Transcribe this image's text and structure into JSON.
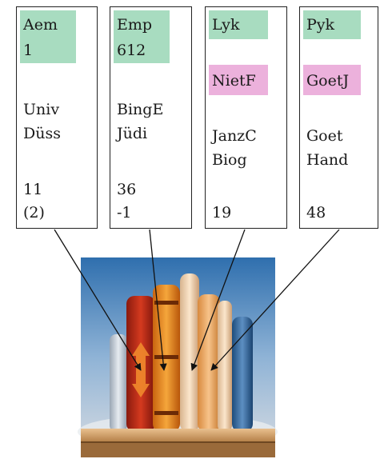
{
  "cards": [
    {
      "code": "Aem",
      "number": "1",
      "line1": "Univ",
      "line2": "Düss",
      "count": "11",
      "extra": "(2)"
    },
    {
      "code": "Emp",
      "number": "612",
      "line1": "BingE",
      "line2": "Jüdi",
      "count": "36",
      "extra": "-1"
    },
    {
      "code": "Lyk",
      "tag": "NietF",
      "line1": "JanzC",
      "line2": "Biog",
      "count": "19"
    },
    {
      "code": "Pyk",
      "tag": "GoetJ",
      "line1": "Goet",
      "line2": "Hand",
      "count": "48"
    }
  ],
  "colors": {
    "green_highlight": "#a8dcc0",
    "pink_highlight": "#ecb1dc",
    "border": "#222222",
    "arrow": "#111111"
  },
  "image": {
    "icon": "bookshelf-icon"
  }
}
